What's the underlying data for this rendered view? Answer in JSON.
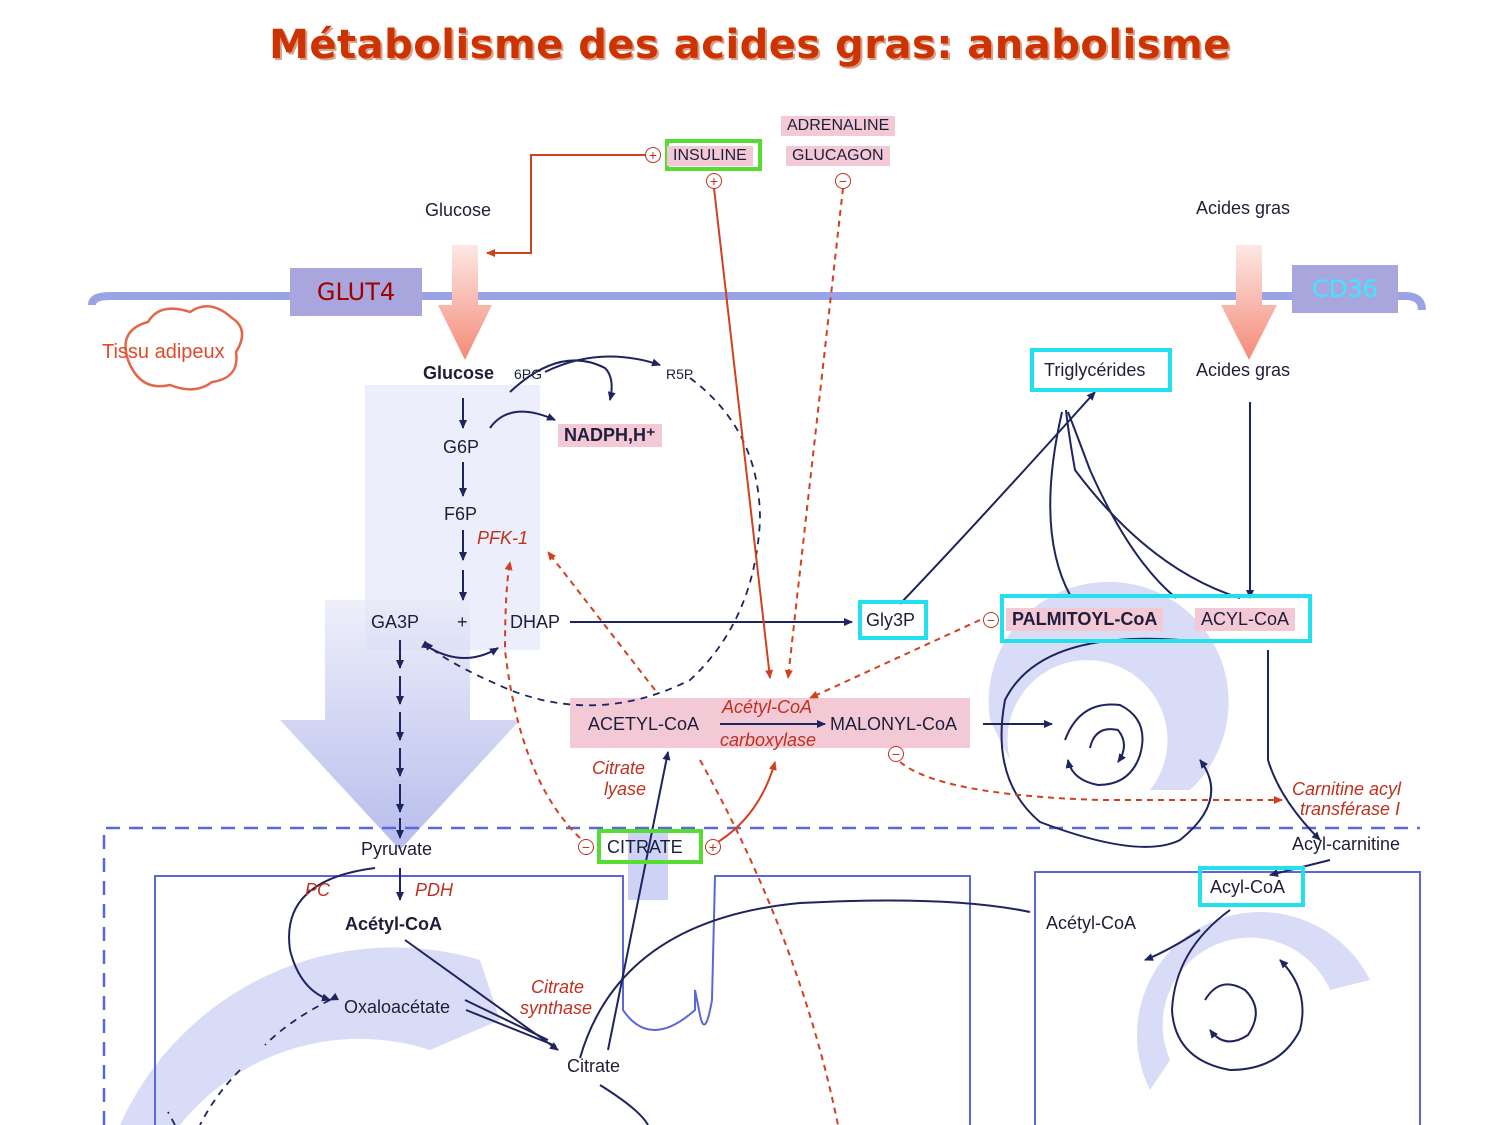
{
  "title": "Métabolisme des acides gras: anabolisme",
  "tags": {
    "glut4": "GLUT4",
    "cd36": "CD36",
    "tissue": "Tissu adipeux"
  },
  "hormones": {
    "adrenaline": "ADRENALINE",
    "glucagon": "GLUCAGON",
    "insuline": "INSULINE"
  },
  "outside": {
    "glucose": "Glucose",
    "fatty_acids": "Acides gras"
  },
  "metabolites": {
    "glucose": "Glucose",
    "pg6": "6PG",
    "r5p": "R5P",
    "nadph": "NADPH,H⁺",
    "g6p": "G6P",
    "f6p": "F6P",
    "ga3p": "GA3P",
    "plus": "+",
    "dhap": "DHAP",
    "gly3p": "Gly3P",
    "triglycerides": "Triglycérides",
    "fatty_acids_in": "Acides gras",
    "palmitoyl": "PALMITOYL-CoA",
    "acyl_coa": "ACYL-CoA",
    "acetyl_coa_cyto": "ACETYL-CoA",
    "malonyl": "MALONYL-CoA",
    "pyruvate": "Pyruvate",
    "acetyl_coa_mito": "Acétyl-CoA",
    "oxaloacetate": "Oxaloacétate",
    "citrate_mito": "Citrate",
    "citrate_cyto": "CITRATE",
    "acyl_carnitine": "Acyl-carnitine",
    "acyl_coa_mito": "Acyl-CoA",
    "acetyl_coa_right": "Acétyl-CoA"
  },
  "enzymes": {
    "pfk1": "PFK-1",
    "acc_line1": "Acétyl-CoA",
    "acc_line2": "carboxylase",
    "citrate_lyase_1": "Citrate",
    "citrate_lyase_2": "lyase",
    "pc": "PC",
    "pdh": "PDH",
    "citrate_synthase_1": "Citrate",
    "citrate_synthase_2": "synthase",
    "cpt1_line1": "Carnitine acyl",
    "cpt1_line2": "transférase I"
  },
  "signs": {
    "plus": "+",
    "minus": "−"
  },
  "colors": {
    "title": "#cc3300",
    "regulation": "#d2401e",
    "pathway": "#1e2460",
    "membrane": "#9aa3e6",
    "pink_highlight": "#f4c9d6",
    "cyan_box": "#22e0ee",
    "green_box": "#55dd33",
    "tag": "#a9a6de"
  }
}
